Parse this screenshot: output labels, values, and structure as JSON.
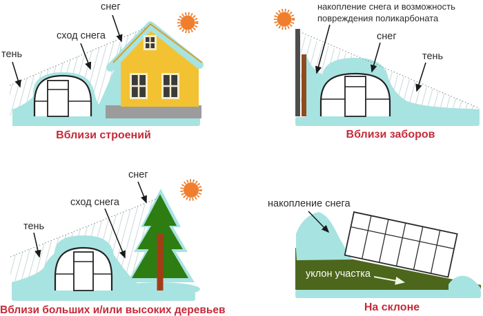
{
  "panels": {
    "near_buildings": {
      "caption": "Вблизи строений",
      "labels": {
        "snow": "снег",
        "snow_slide": "сход снега",
        "shade": "тень"
      }
    },
    "near_fences": {
      "caption": "Вблизи заборов",
      "labels": {
        "accumulation": "накопление снега и возможность повреждения поликарбоната",
        "snow": "снег",
        "shade": "тень"
      }
    },
    "near_trees": {
      "caption": "Вблизи больших и/или высоких деревьев",
      "labels": {
        "snow": "снег",
        "snow_slide": "сход снега",
        "shade": "тень"
      }
    },
    "on_slope": {
      "caption": "На склоне",
      "labels": {
        "accumulation": "накопление снега",
        "slope": "уклон участка"
      }
    }
  },
  "colors": {
    "snow": "#a7e3e1",
    "house_wall": "#f3c232",
    "roof_edge": "#d89f28",
    "foundation": "#9c9c9c",
    "sun": "#ef7f2f",
    "fence_dark": "#4d4d4d",
    "fence_brown": "#8f4a1e",
    "tree_green": "#2e7d12",
    "tree_trunk": "#a43c15",
    "slope_green": "#4c661b",
    "caption_red": "#c52a38",
    "outline_dark": "#222222"
  }
}
